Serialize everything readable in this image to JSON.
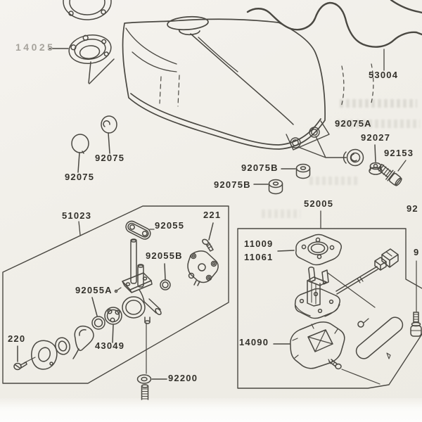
{
  "diagram": {
    "type": "parts-diagram",
    "description_visible_text_only": true,
    "background_color": "#f1efe9",
    "ink_color": "#4a4842",
    "label_color": "#33312b",
    "faded_label_color": "#a6a39c",
    "labels": [
      {
        "part": "14025",
        "text": "14025",
        "style": "faded"
      },
      {
        "part": "92075",
        "text": "92075"
      },
      {
        "part": "92075",
        "text": "92075"
      },
      {
        "part": "53004",
        "text": "53004"
      },
      {
        "part": "92075A",
        "text": "92075A"
      },
      {
        "part": "92027",
        "text": "92027"
      },
      {
        "part": "92153",
        "text": "92153"
      },
      {
        "part": "92075B",
        "text": "92075B"
      },
      {
        "part": "92075B",
        "text": "92075B"
      },
      {
        "part": "51023",
        "text": "51023"
      },
      {
        "part": "92055",
        "text": "92055"
      },
      {
        "part": "221",
        "text": "221"
      },
      {
        "part": "92055B",
        "text": "92055B"
      },
      {
        "part": "92055A",
        "text": "92055A"
      },
      {
        "part": "52005",
        "text": "52005"
      },
      {
        "part": "11009",
        "text": "11009"
      },
      {
        "part": "11061",
        "text": "11061"
      },
      {
        "part": "43049",
        "text": "43049"
      },
      {
        "part": "220",
        "text": "220"
      },
      {
        "part": "14090",
        "text": "14090"
      },
      {
        "part": "92200",
        "text": "92200"
      },
      {
        "part": "92 (cut off at edge)",
        "text": "92"
      },
      {
        "part": "9 (cut off at edge)",
        "text": "9"
      }
    ]
  }
}
